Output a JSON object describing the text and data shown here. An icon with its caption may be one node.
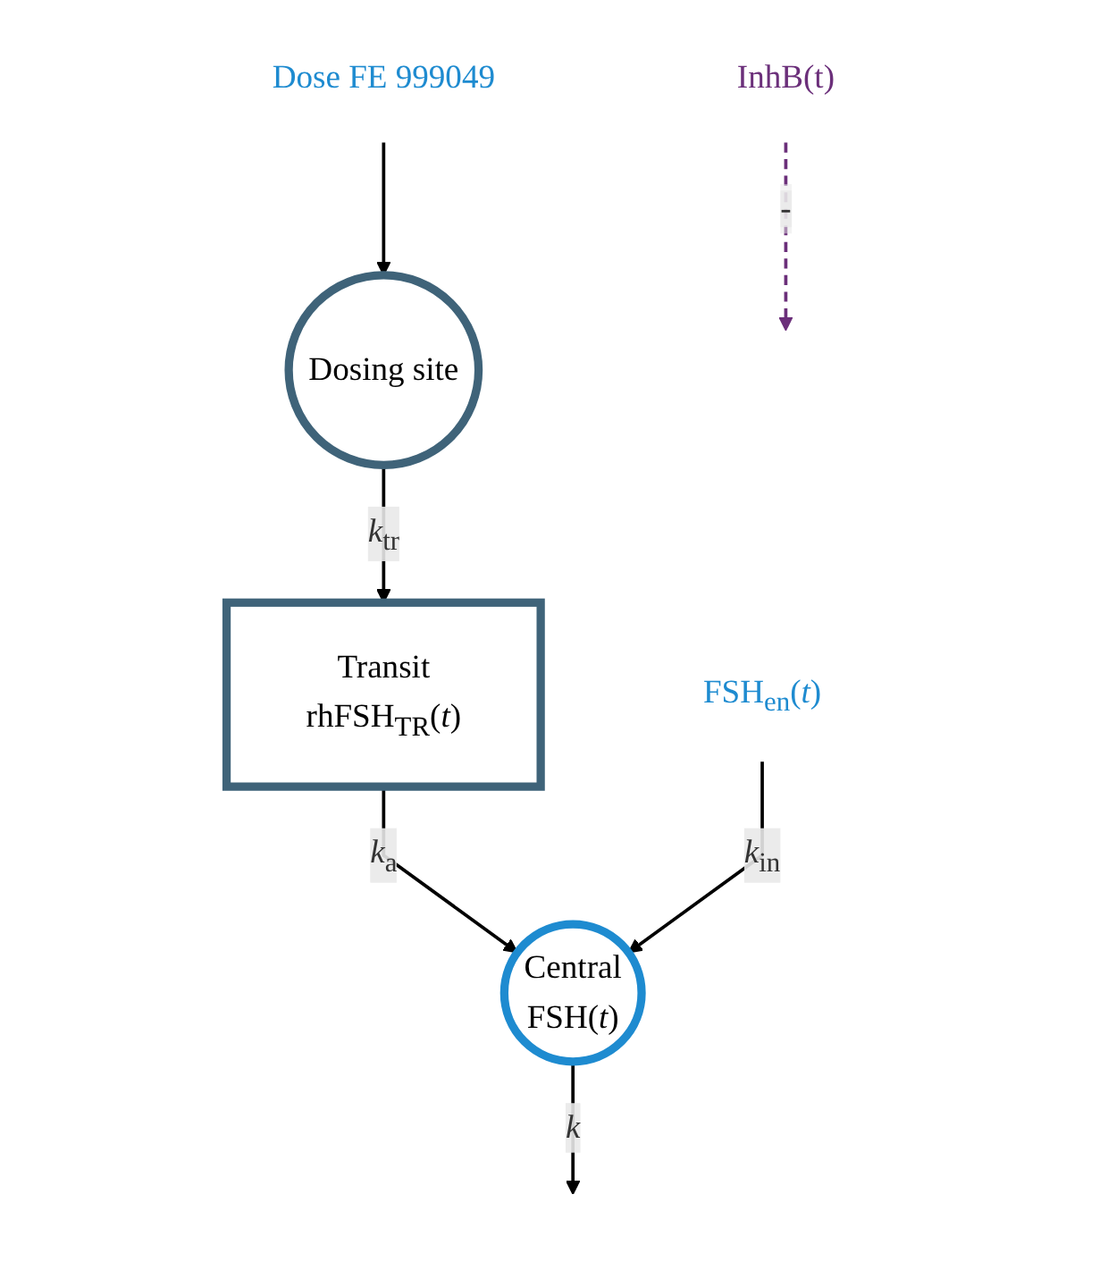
{
  "diagram": {
    "nodes": [
      {
        "text": [
          "Dose FE 999049"
        ]
      },
      {
        "text": [
          "Dosing site"
        ]
      },
      {
        "text": [
          "Transit",
          "rhFSH$_{TR}$(*t*)"
        ]
      },
      {
        "text": [
          "InhB(t)"
        ]
      },
      {
        "text": [
          "FSH$_{en}$(*t*)"
        ]
      },
      {
        "text": [
          "Central",
          "FSH(*t*)"
        ]
      }
    ],
    "edges": [
      {
        "from": 0,
        "to": 1,
        "arrow": "to"
      },
      {
        "from": 1,
        "to": 2,
        "arrow": "to",
        "label": "*k*$_{tr}$"
      },
      {
        "from": 2,
        "to": 5,
        "arrow": "to",
        "label": "*k*$_{a}$"
      },
      {
        "from": 3,
        "to": null,
        "arrow": "to",
        "style": "dashed",
        "color": "#6b2f7a",
        "label": "-"
      },
      {
        "from": 4,
        "to": 5,
        "arrow": "to",
        "label": "*k*$_{in}$"
      },
      {
        "from": 5,
        "to": null,
        "arrow": "to",
        "label": "*k*"
      }
    ]
  }
}
